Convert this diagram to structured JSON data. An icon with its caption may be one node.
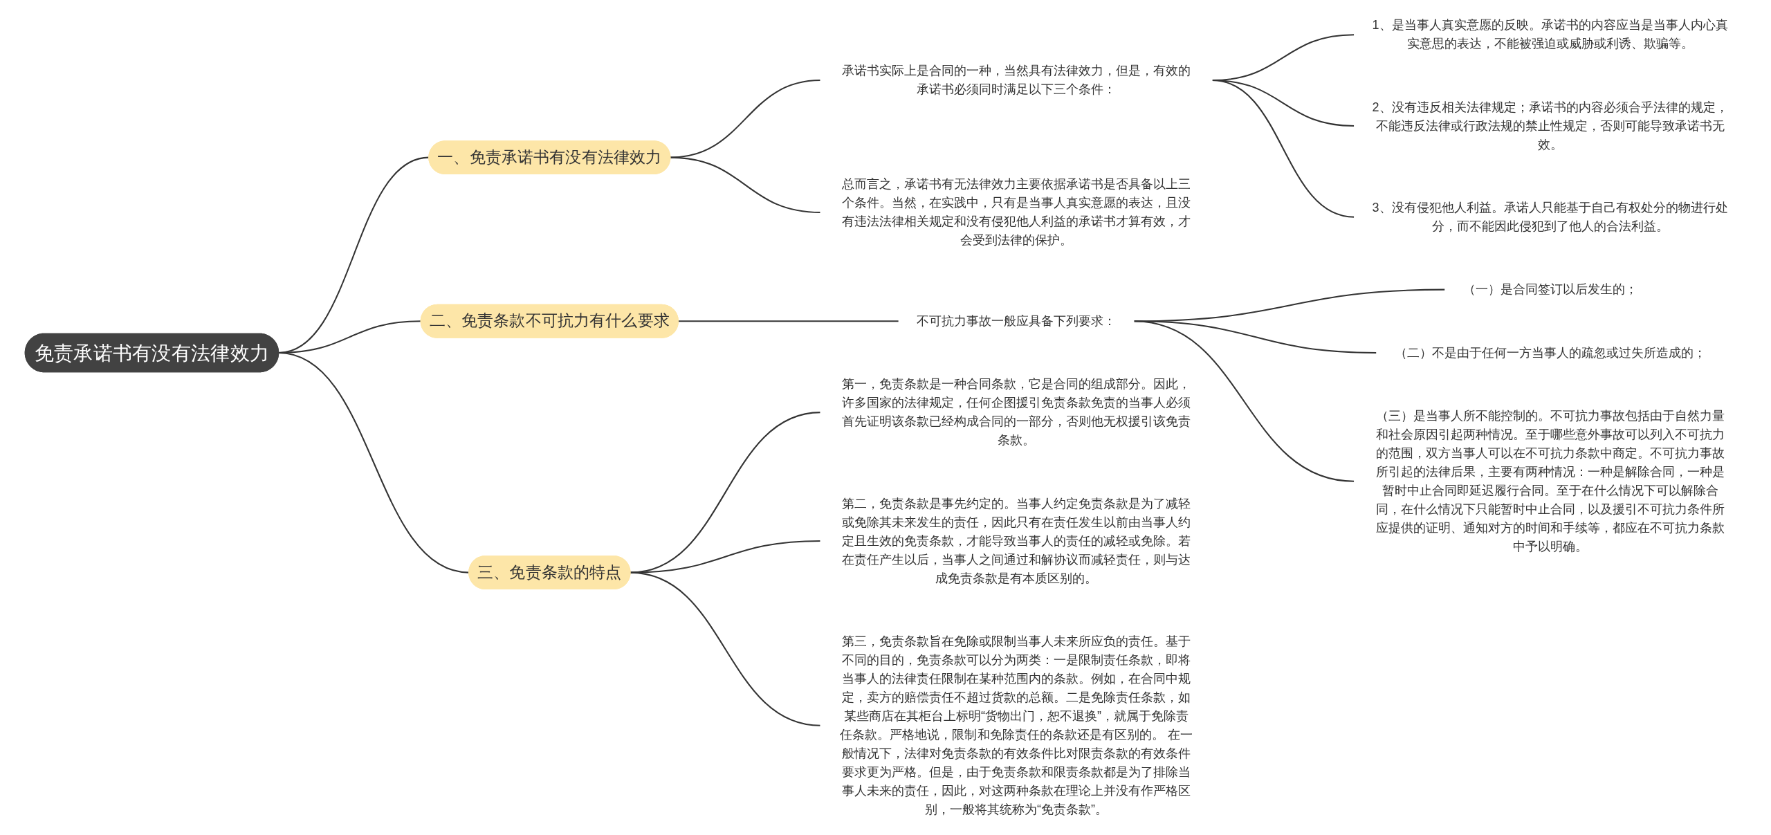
{
  "diagram": {
    "nodes": [
      {
        "text": [
          "免责承诺书有没有法律效力"
        ]
      },
      {
        "text": [
          "一、免责承诺书有没有法律效力"
        ]
      },
      {
        "text": [
          "承诺书实际上是合同的一种，当然具有法律效力，但是，有效的承诺书必须同时满足以下三个条件："
        ]
      },
      {
        "text": [
          "1、是当事人真实意愿的反映。承诺书的内容应当是当事人内心真实意思的表达，不能被强迫或威胁或利诱、欺骗等。"
        ]
      },
      {
        "text": [
          "2、没有违反相关法律规定；承诺书的内容必须合乎法律的规定，不能违反法律或行政法规的禁止性规定，否则可能导致承诺书无效。"
        ]
      },
      {
        "text": [
          "3、没有侵犯他人利益。承诺人只能基于自己有权处分的物进行处分，而不能因此侵犯到了他人的合法利益。"
        ]
      },
      {
        "text": [
          "总而言之，承诺书有无法律效力主要依据承诺书是否具备以上三个条件。当然，在实践中，只有是当事人真实意愿的表达，且没有违法法律相关规定和没有侵犯他人利益的承诺书才算有效，才会受到法律的保护。"
        ]
      },
      {
        "text": [
          "二、免责条款不可抗力有什么要求"
        ]
      },
      {
        "text": [
          "不可抗力事故一般应具备下列要求："
        ]
      },
      {
        "text": [
          "（一）是合同签订以后发生的；"
        ]
      },
      {
        "text": [
          "（二）不是由于任何一方当事人的疏忽或过失所造成的；"
        ]
      },
      {
        "text": [
          "（三）是当事人所不能控制的。不可抗力事故包括由于自然力量和社会原因引起两种情况。至于哪些意外事故可以列入不可抗力的范围，双方当事人可以在不可抗力条款中商定。不可抗力事故所引起的法律后果，主要有两种情况：一种是解除合同，一种是暂时中止合同即延迟履行合同。至于在什么情况下可以解除合同，在什么情况下只能暂时中止合同，以及援引不可抗力条件所应提供的证明、通知对方的时间和手续等，都应在不可抗力条款中予以明确。"
        ]
      },
      {
        "text": [
          "三、免责条款的特点"
        ]
      },
      {
        "text": [
          "第一，免责条款是一种合同条款，它是合同的组成部分。因此，许多国家的法律规定，任何企图援引免责条款免责的当事人必须首先证明该条款已经构成合同的一部分，否则他无权援引该免责条款。"
        ]
      },
      {
        "text": [
          "第二，免责条款是事先约定的。当事人约定免责条款是为了减轻或免除其未来发生的责任，因此只有在责任发生以前由当事人约定且生效的免责条款，才能导致当事人的责任的减轻或免除。若在责任产生以后，当事人之间通过和解协议而减轻责任，则与达成免责条款是有本质区别的。"
        ]
      },
      {
        "text": [
          "第三，免责条款旨在免除或限制当事人未来所应负的责任。基于不同的目的，免责条款可以分为两类：一是限制责任条款，即将当事人的法律责任限制在某种范围内的条款。例如，在合同中规定，卖方的赔偿责任不超过货款的总额。二是免除责任条款，如某些商店在其柜台上标明“货物出门，恕不退换”，就属于免除责任条款。严格地说，限制和免除责任的条款还是有区别的。 在一般情况下，法律对免责条款的有效条件比对限责条款的有效条件要求更为严格。但是，由于免责条款和限责条款都是为了排除当事人未来的责任，因此，对这两种条款在理论上并没有作严格区别，一般将其统称为“免责条款”。"
        ]
      }
    ],
    "edges": [
      {
        "from": 0,
        "to": 1,
        "arrow": "none"
      },
      {
        "from": 1,
        "to": 2,
        "arrow": "none"
      },
      {
        "from": 2,
        "to": 3,
        "arrow": "none"
      },
      {
        "from": 2,
        "to": 4,
        "arrow": "none"
      },
      {
        "from": 2,
        "to": 5,
        "arrow": "none"
      },
      {
        "from": 1,
        "to": 6,
        "arrow": "none"
      },
      {
        "from": 0,
        "to": 7,
        "arrow": "none"
      },
      {
        "from": 7,
        "to": 8,
        "arrow": "none"
      },
      {
        "from": 8,
        "to": 9,
        "arrow": "none"
      },
      {
        "from": 8,
        "to": 10,
        "arrow": "none"
      },
      {
        "from": 8,
        "to": 11,
        "arrow": "none"
      },
      {
        "from": 0,
        "to": 12,
        "arrow": "none"
      },
      {
        "from": 12,
        "to": 13,
        "arrow": "none"
      },
      {
        "from": 12,
        "to": 14,
        "arrow": "none"
      },
      {
        "from": 12,
        "to": 15,
        "arrow": "none"
      }
    ]
  }
}
